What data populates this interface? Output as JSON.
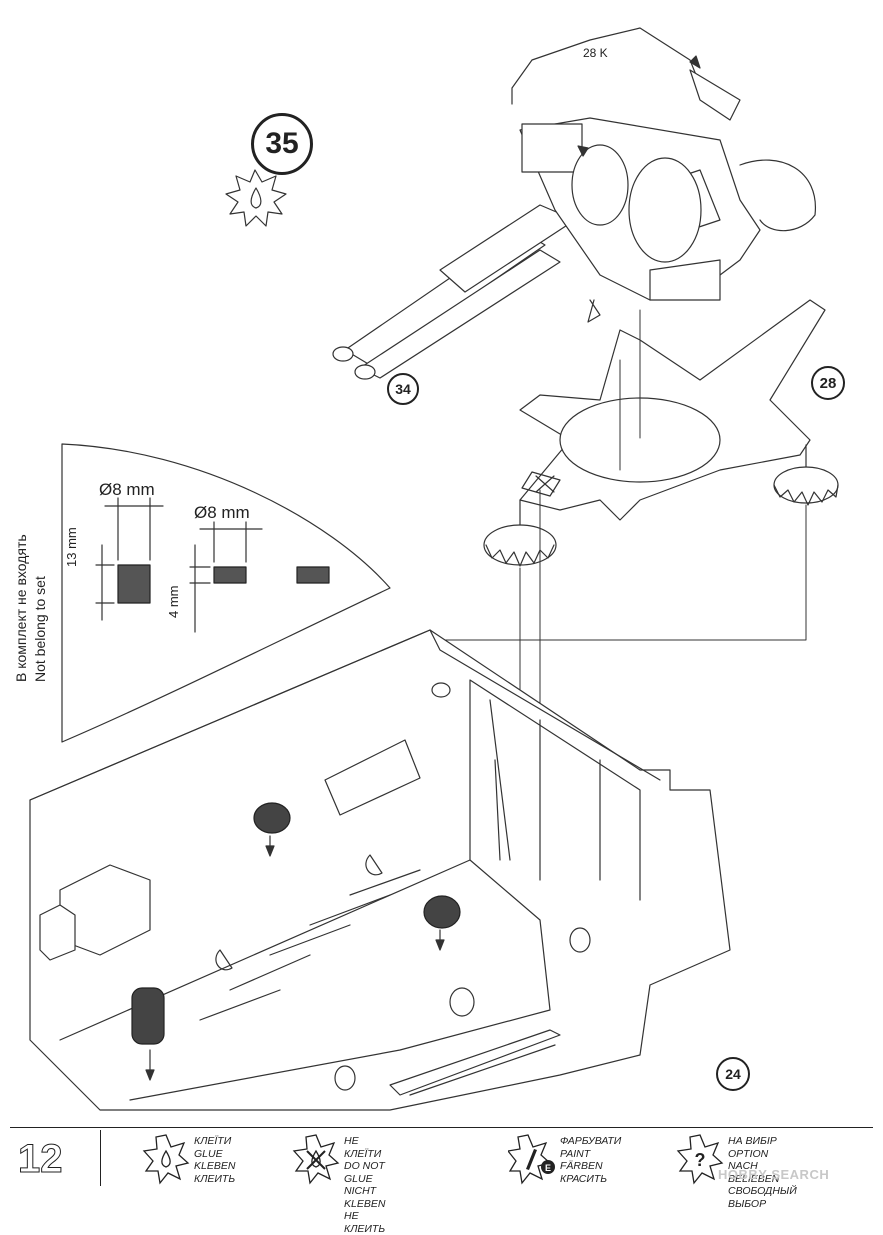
{
  "step_number": "35",
  "page_number": "12",
  "callouts": {
    "part_28k": "28 K",
    "ref_34": "34",
    "ref_28": "28",
    "ref_24": "24"
  },
  "inset": {
    "dim_diam_a": "Ø8 mm",
    "dim_diam_b": "Ø8 mm",
    "dim_height_a": "13 mm",
    "dim_height_b": "4 mm",
    "note_ru": "В комплект не входять",
    "note_en": "Not belong to set"
  },
  "legend": [
    {
      "icon": "glue-drop-icon",
      "lines": [
        "КЛЕЇТИ",
        "GLUE",
        "KLEBEN",
        "КЛЕИТЬ"
      ]
    },
    {
      "icon": "no-glue-icon",
      "lines": [
        "НЕ КЛЕЇТИ",
        "DO NOT GLUE",
        "NICHT KLEBEN",
        "НЕ КЛЕИТЬ"
      ]
    },
    {
      "icon": "paint-brush-icon",
      "lines": [
        "ФАРБУВАТИ",
        "PAINT",
        "FÄRBEN",
        "КРАСИТЬ"
      ]
    },
    {
      "icon": "option-question-icon",
      "lines": [
        "НА ВИБІР",
        "OPTION",
        "NACH BELIEBEN",
        "СВОБОДНЫЙ ВЫБОР"
      ]
    }
  ],
  "watermark": "HOBBY SEARCH"
}
